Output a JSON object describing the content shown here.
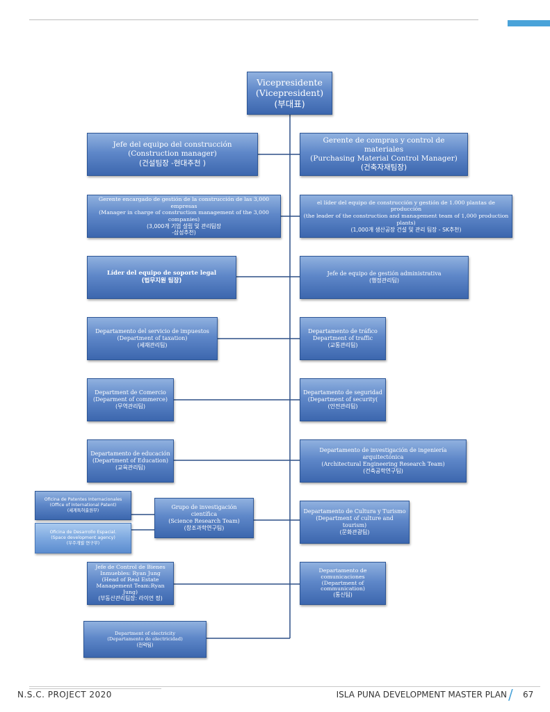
{
  "footer": {
    "left": "N.S.C. PROJECT 2020",
    "right": "ISLA PUNA DEVELOPMENT MASTER PLAN",
    "slash": "/",
    "page": "67"
  },
  "org": {
    "vp": [
      "Vicepresidente",
      "(Vicepresident)",
      "(부대표)"
    ],
    "construction_manager": [
      "Jefe del equipo del construcción",
      "(Construction manager)",
      "(건설팀장 -현대추천 )"
    ],
    "purchasing_manager": [
      "Gerente de compras y control de materiales",
      "(Purchasing Material Control Manager)",
      "(건축자재팀장)"
    ],
    "manager_3000": [
      "Gerente encargado de gestión de la construcción de las 3,000 empresas",
      "(Manager in charge of construction management of the 3,000 companies)",
      "(3,000개 기업 설립 및 관리팀장",
      "-삼성추천)"
    ],
    "leader_1000": [
      "el líder del equipo de construcción y gestión de 1.000 plantas de producción",
      "(the leader of the construction and management team of 1,000 production plants)",
      "(1,000개 생산공장 건설 및 관리 팀장 - SK추천)"
    ],
    "legal_support": [
      "Líder del equipo de soporte legal",
      "(법무지원 팀장)"
    ],
    "admin_management": [
      "Jefe de equipo de gestión administrativa",
      "(행정관리팀)"
    ],
    "taxation": [
      "Departamento del servicio de impuestos",
      "(Department of taxation)",
      "(세재관리팀)"
    ],
    "traffic": [
      "Departamento de tráfico",
      "Department of traffic",
      "(교통관리팀)"
    ],
    "commerce": [
      "Department de Comercio",
      "(Deparment of commerce)",
      "(무역관리팀)"
    ],
    "security": [
      "Departamento de seguridad",
      "(Department of security(",
      "(안전관리팀)"
    ],
    "education": [
      "Departamento de educación",
      "(Department of Education)",
      "(교육관리팀)"
    ],
    "arch_research": [
      "Departamento de investigación de ingeniería arquitectónica",
      "(Architectural Engineering Research Team)",
      "(건축공학연구팀)"
    ],
    "patents": [
      "Oficina de Patentes Internacionales",
      "(Office of International Patent)",
      "(세계특허출원부)"
    ],
    "space": [
      "Oficina de Desarrollo Espacial.",
      "(Space development agency)",
      "(우주개발 연구부)"
    ],
    "science_research": [
      "Grupo de investigación científica",
      "(Science Research Team)",
      "(창조과학연구팀)"
    ],
    "culture_tourism": [
      "Departamento de Cultura y Turismo",
      "(Department of culture and tourism)",
      "(문화관광팀)"
    ],
    "real_estate": [
      "Jefe de Control de Bienes Inmuebles: Ryan Jung",
      "(Head of Real Estate Management Team:Ryan Jung)",
      "(부동산관리팀장: 라이언 정)"
    ],
    "communication": [
      "Departamento de comunicaciones",
      "(Department of communication)",
      "(통신팀)"
    ],
    "electricity": [
      "Department of electricity",
      "(Departamento de electricidad)",
      "(전력팀)"
    ]
  }
}
